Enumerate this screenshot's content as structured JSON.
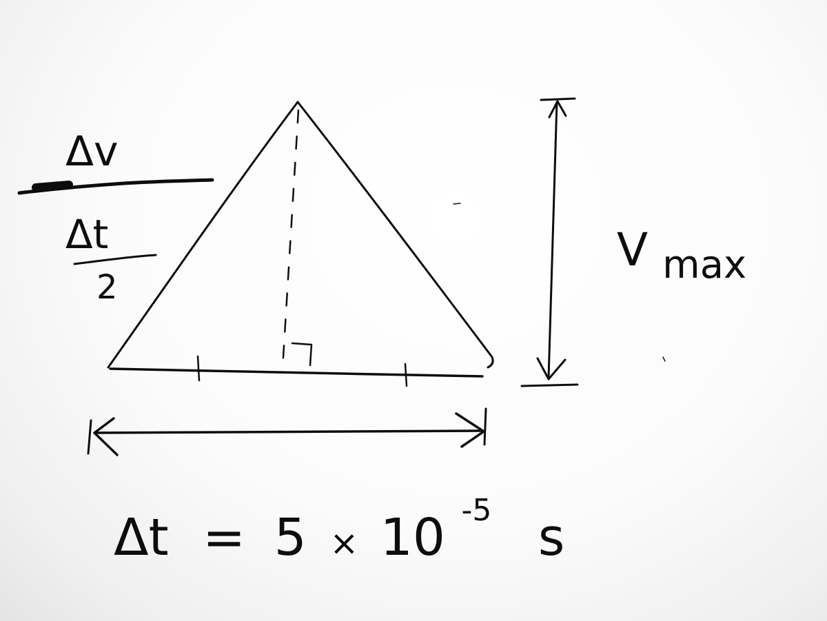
{
  "fraction": {
    "numerator": "Δv",
    "denominator_top": "Δt",
    "denominator_bottom": "2"
  },
  "height_label": {
    "symbol": "V",
    "subscript": "max"
  },
  "equation": {
    "lhs": "Δt",
    "equals": "=",
    "coefficient": "5",
    "times": "×",
    "base": "10",
    "exponent": "-5",
    "unit": "s"
  }
}
